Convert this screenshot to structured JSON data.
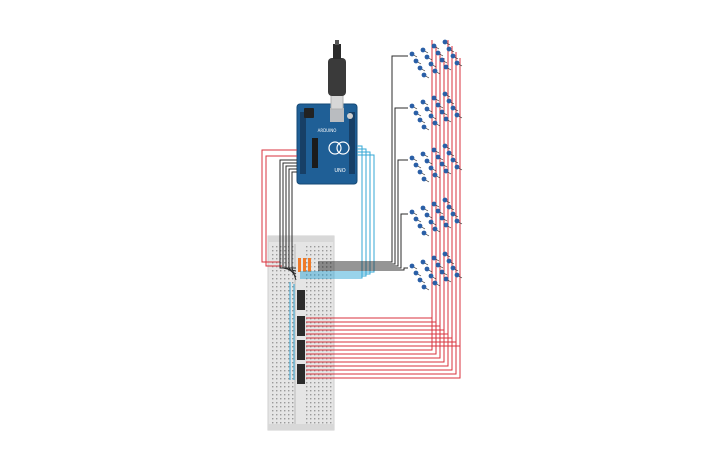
{
  "circuit": {
    "board_label": "UNO",
    "board_brand": "ARDUINO",
    "usb_cable_color": "#3a3a3a",
    "board_color": "#1f5f96",
    "breadboard_color": "#e6e6e6",
    "wire_colors": {
      "red": "#d8323c",
      "black": "#2b2b2b",
      "blue": "#33a7d6",
      "orange": "#f07a28"
    },
    "led_color": "#2a5fa6",
    "led_cube_layers": 5,
    "led_cube_grid": "4x4",
    "shift_registers": 4
  }
}
